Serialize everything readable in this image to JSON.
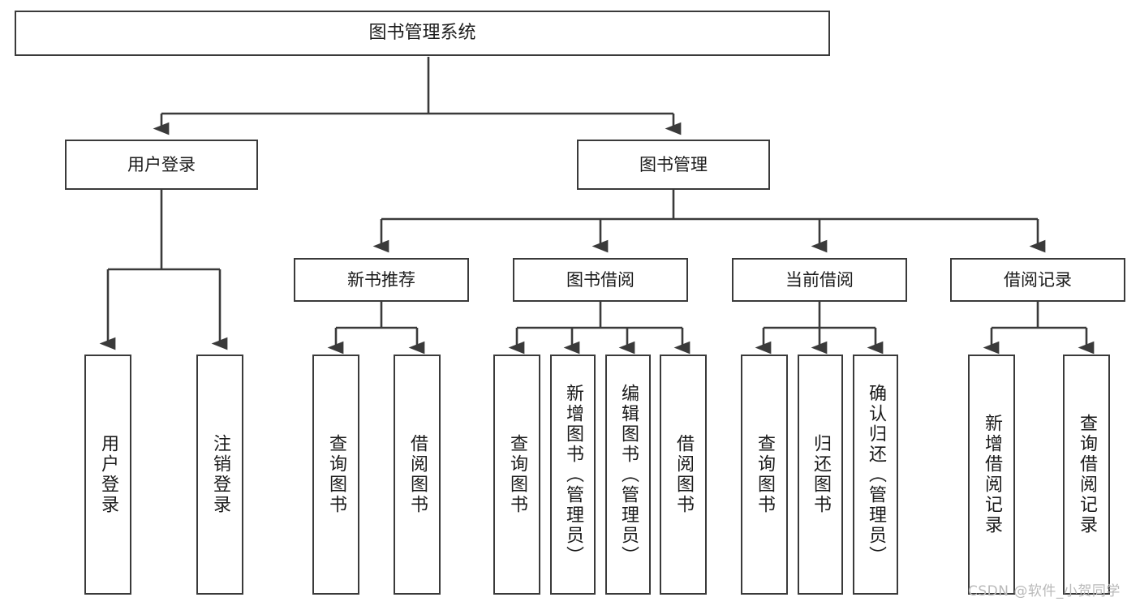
{
  "diagram": {
    "title": "图书管理系统",
    "type": "hierarchy-tree",
    "orientation": "top-down",
    "stroke_color": "#3a3a3a",
    "fill_color": "#ffffff",
    "text_color": "#1b1b1b"
  },
  "nodes": {
    "root": {
      "label": "图书管理系统",
      "level": 1
    },
    "level2": [
      {
        "id": "user-login",
        "label": "用户登录"
      },
      {
        "id": "book-management",
        "label": "图书管理"
      }
    ],
    "level3": [
      {
        "id": "new-book-recommend",
        "label": "新书推荐"
      },
      {
        "id": "book-borrow",
        "label": "图书借阅"
      },
      {
        "id": "current-borrow",
        "label": "当前借阅"
      },
      {
        "id": "borrow-record",
        "label": "借阅记录"
      }
    ],
    "leaves": {
      "user_login": [
        {
          "id": "leaf-user-login",
          "label": "用户登录"
        },
        {
          "id": "leaf-logout",
          "label": "注销登录"
        }
      ],
      "new_book_recommend": [
        {
          "id": "leaf-query-book-1",
          "label": "查询图书"
        },
        {
          "id": "leaf-borrow-book-1",
          "label": "借阅图书"
        }
      ],
      "book_borrow": [
        {
          "id": "leaf-query-book-2",
          "label": "查询图书"
        },
        {
          "id": "leaf-add-book",
          "label": "新增图书（管理员）"
        },
        {
          "id": "leaf-edit-book",
          "label": "编辑图书（管理员）"
        },
        {
          "id": "leaf-borrow-book-2",
          "label": "借阅图书"
        }
      ],
      "current_borrow": [
        {
          "id": "leaf-query-book-3",
          "label": "查询图书"
        },
        {
          "id": "leaf-return-book",
          "label": "归还图书"
        },
        {
          "id": "leaf-confirm-return",
          "label": "确认归还（管理员）"
        }
      ],
      "borrow_record": [
        {
          "id": "leaf-add-record",
          "label": "新增借阅记录"
        },
        {
          "id": "leaf-query-record",
          "label": "查询借阅记录"
        }
      ]
    }
  },
  "watermark": {
    "text": "CSDN @软件_小贺同学"
  }
}
